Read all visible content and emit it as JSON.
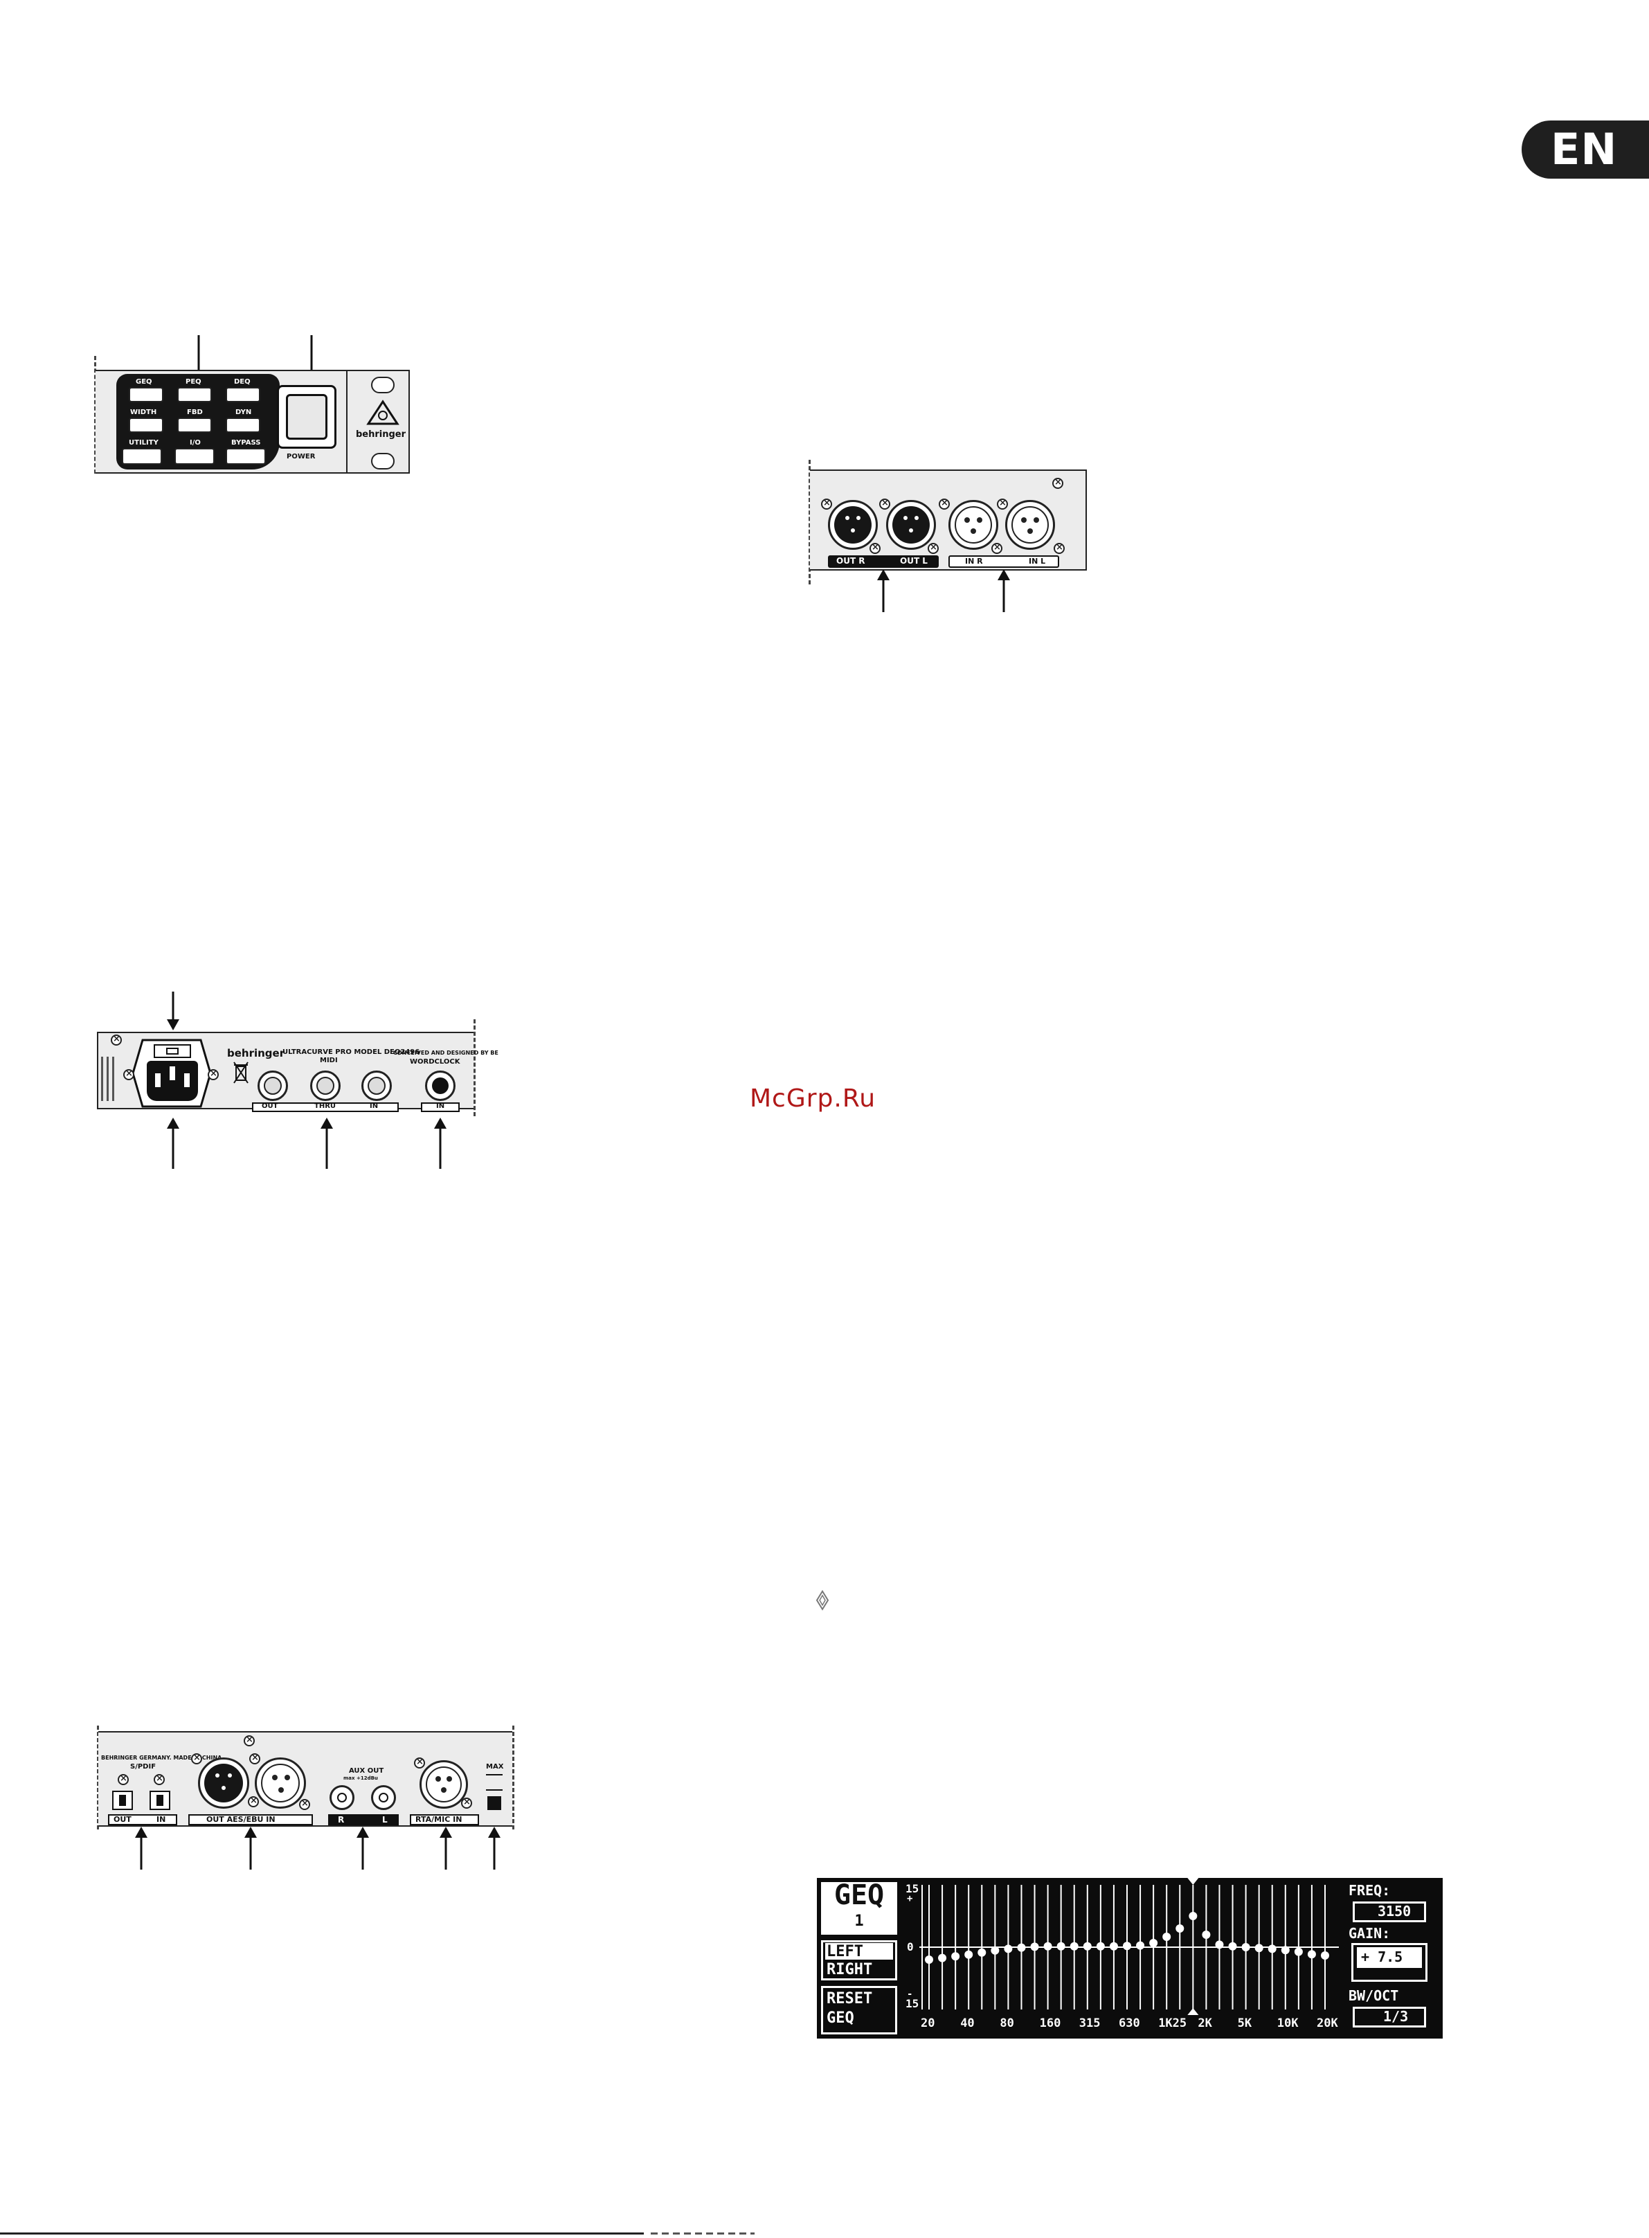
{
  "lang_tab": "EN",
  "watermark": "McGrp.Ru",
  "front_panel": {
    "keys": [
      "GEQ",
      "PEQ",
      "DEQ",
      "WIDTH",
      "FBD",
      "DYN",
      "UTILITY",
      "I/O",
      "BYPASS"
    ],
    "power_label": "POWER",
    "brand": "behringer"
  },
  "analog_panel": {
    "labels": [
      "OUT R",
      "OUT L",
      "IN R",
      "IN L"
    ]
  },
  "rear_panel": {
    "brand": "behringer",
    "model": "ULTRACURVE PRO MODEL DEQ2496",
    "designed": "CONCEIVED AND DESIGNED BY BE",
    "midi_label": "MIDI",
    "midi_ports": [
      "OUT",
      "THRU",
      "IN"
    ],
    "wordclock_label": "WORDCLOCK",
    "wordclock_port": "IN"
  },
  "digital_panel": {
    "made_in": "BEHRINGER GERMANY. MADE IN CHINA",
    "spdif_label": "S/PDIF",
    "spdif_ports": [
      "OUT",
      "IN"
    ],
    "aes_label": "OUT AES/EBU  IN",
    "aux_label": "AUX OUT",
    "aux_sub": "max +12dBu",
    "aux_ports": [
      "R",
      "L"
    ],
    "rta_label": "RTA/MIC IN",
    "max_label": "MAX"
  },
  "lcd": {
    "mode": "GEQ",
    "mode_num": "1",
    "channel_1": "LEFT",
    "channel_2": "RIGHT",
    "reset_1": "RESET",
    "reset_2": "GEQ",
    "scale_top": "15",
    "scale_mid": "0",
    "scale_bot": "15",
    "x_labels": [
      "20",
      "40",
      "80",
      "160",
      "315",
      "630",
      "1K25",
      "2K",
      "5K",
      "10K",
      "20K"
    ],
    "freq_label": "FREQ:",
    "freq_value": "3150",
    "gain_label": "GAIN:",
    "gain_value": "+ 7.5",
    "bw_label": "BW/OCT",
    "bw_value": "1/3",
    "band_gains": [
      -3.0,
      -2.6,
      -2.2,
      -1.8,
      -1.3,
      -0.8,
      -0.4,
      -0.1,
      0.1,
      0.2,
      0.2,
      0.2,
      0.2,
      0.2,
      0.2,
      0.3,
      0.4,
      1.0,
      2.5,
      4.5,
      7.5,
      3.0,
      0.6,
      0.2,
      0.0,
      -0.2,
      -0.4,
      -0.7,
      -1.1,
      -1.7,
      -2.0
    ]
  }
}
